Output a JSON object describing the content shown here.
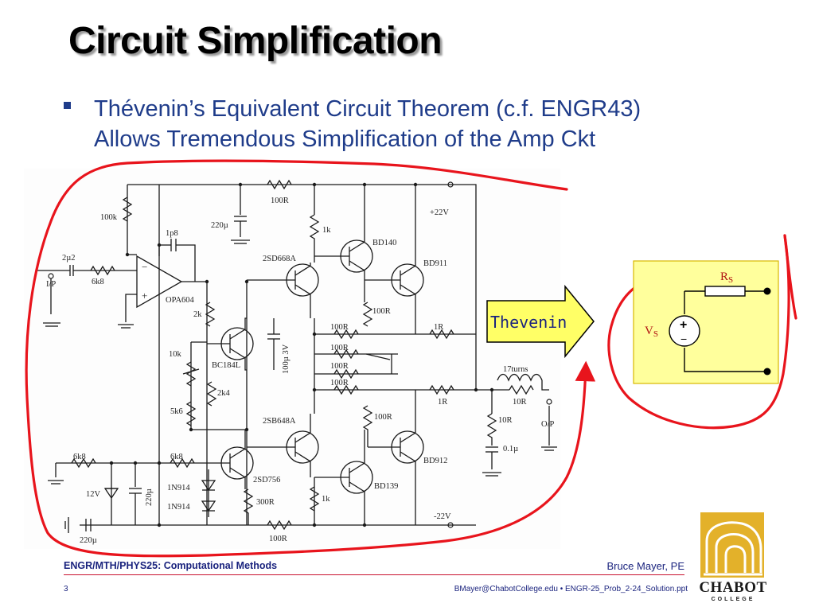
{
  "slide": {
    "title": "Circuit Simplification",
    "bullet_line1": "Thévenin’s Equivalent Circuit Theorem (c.f. ENGR43)",
    "bullet_line2": "Allows Tremendous Simplification of the Amp Ckt"
  },
  "amp_circuit": {
    "labels": {
      "r100k": "100k",
      "c220u_top": "220µ",
      "r100r_top": "100R",
      "vplus": "+22V",
      "r1k_top": "1k",
      "bd140": "BD140",
      "c1p8": "1p8",
      "q2sd668a": "2SD668A",
      "bd911": "BD911",
      "c2u2": "2µ2",
      "r6k8_in": "6k8",
      "ip": "I/P",
      "opa604": "OPA604",
      "r2k": "2k",
      "c100u": "100µ 3V",
      "r100r_mid": "100R",
      "r10k": "10k",
      "bc184l": "BC184L",
      "r100r_a": "100R",
      "r100r_b": "100R",
      "r1r_top": "1R",
      "r100r_c": "100R",
      "r100r_d": "100R",
      "turns": "17turns",
      "r10r_coil": "10R",
      "r1r_bot": "1R",
      "r2k4": "2k4",
      "r5k6": "5k6",
      "q2sb648a": "2SB648A",
      "r100r_low": "100R",
      "r10r": "10R",
      "op": "O/P",
      "c01u": "0.1µ",
      "bd912": "BD912",
      "r6k8_a": "6k8",
      "r6k8_b": "6k8",
      "v12": "12V",
      "c220u_mid": "220µ",
      "d1n914_a": "1N914",
      "d1n914_b": "1N914",
      "q2sd756": "2SD756",
      "r300r": "300R",
      "r1k_bot": "1k",
      "bd139": "BD139",
      "vminus": "-22V",
      "r100r_bottom": "100R",
      "c220u_bot": "220µ",
      "plus": "+",
      "minus": "−"
    }
  },
  "thevenin_arrow": {
    "label": "Thevenin"
  },
  "thevenin_circuit": {
    "rs_label": "R",
    "rs_sub": "S",
    "vs_label": "V",
    "vs_sub": "S",
    "plus": "+",
    "minus": "−"
  },
  "colors": {
    "title_shadow": "#9a9a9a",
    "bullet": "#1f3c8a",
    "annotation": "#e8141c",
    "arrow_fill": "#ffff66",
    "panel_fill": "#ffff9c",
    "panel_border": "#d9b800",
    "footer_text": "#1a237e",
    "footer_rule": "#c8102e",
    "logo": "#e3b12a"
  },
  "footer": {
    "course": "ENGR/MTH/PHYS25: Computational Methods",
    "author": "Bruce Mayer, PE",
    "page": "3",
    "file": "BMayer@ChabotCollege.edu  • ENGR-25_Prob_2-24_Solution.ppt"
  },
  "logo": {
    "wordmark": "CHABOT",
    "sub": "COLLEGE",
    "icon": "building-arch-icon"
  }
}
